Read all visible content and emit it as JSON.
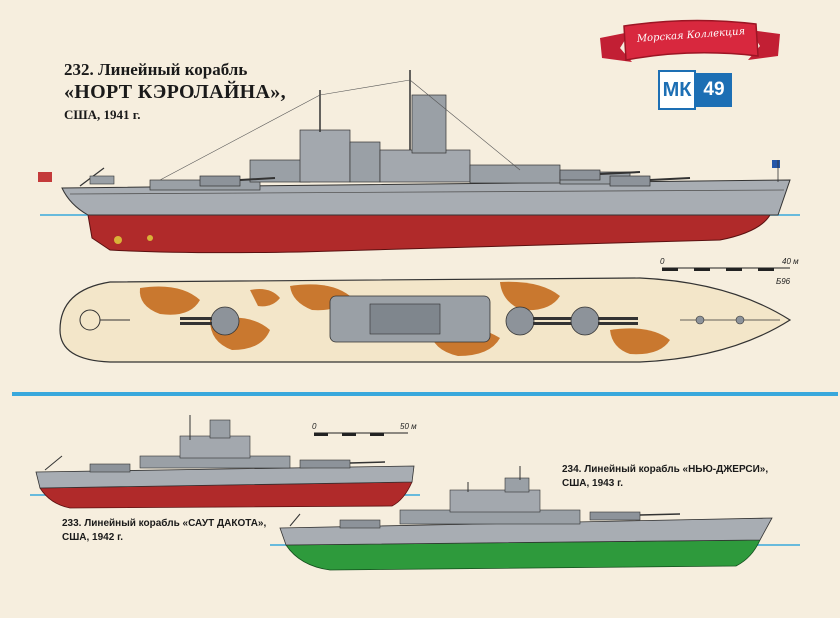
{
  "main_ship": {
    "caption_line1": "232. Линейный корабль",
    "caption_line2": "«НОРТ КЭРОЛАЙНА»,",
    "caption_line3": "США, 1941 г."
  },
  "ship_233": {
    "caption_line1": "233. Линейный корабль «САУТ ДАКОТА»,",
    "caption_line2": "США, 1942 г."
  },
  "ship_234": {
    "caption_line1": "234. Линейный корабль «НЬЮ-ДЖЕРСИ»,",
    "caption_line2": "США, 1943 г."
  },
  "logo": {
    "ribbon_text": "Морская Коллекция",
    "number": "49",
    "letters": "МК"
  },
  "scales": {
    "top_zero": "0",
    "top_end": "40 м",
    "top_mark": "Б96",
    "bottom_zero": "0",
    "bottom_end": "50 м"
  },
  "colors": {
    "hull_grey": "#a8adb3",
    "hull_red": "#b02a2a",
    "hull_green": "#2e9a3c",
    "deck_wood": "#f3e6c9",
    "deck_camo": "#c9782f",
    "accent_blue": "#39a8dc",
    "brand_blue": "#1d6fb4",
    "ribbon_red": "#d8283e"
  }
}
